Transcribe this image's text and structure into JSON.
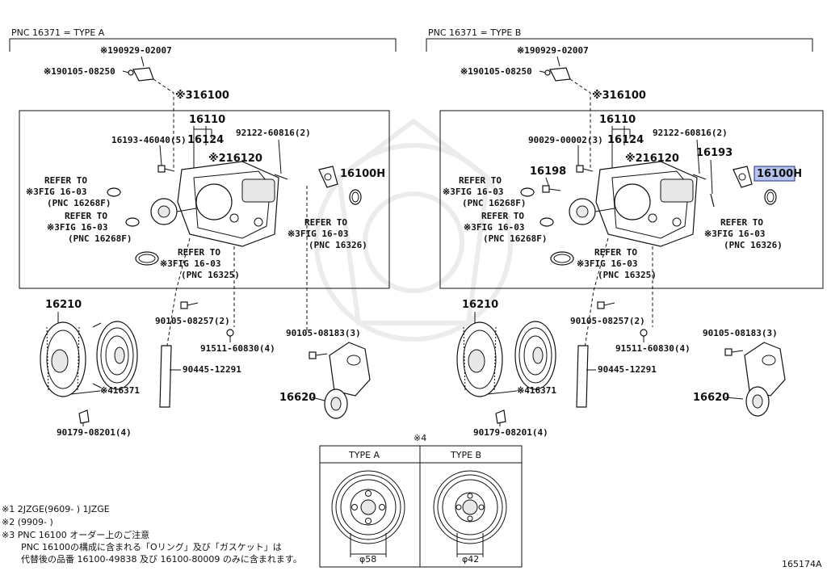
{
  "panels": {
    "left": {
      "title": "PNC 16371 = TYPE A",
      "labels": {
        "bolt_top": "※190929-02007",
        "bolt_left": "※190105-08250",
        "assy": "※316100",
        "p16110": "16110",
        "p16124": "16124",
        "p16193": "16193-46040(5)",
        "p92122": "92122-60816(2)",
        "p16120": "※216120",
        "p16100h": "16100H",
        "refer_a1": "REFER TO",
        "refer_a2": "※3FIG 16-03",
        "refer_a3": "(PNC 16268F)",
        "refer_b1": "REFER TO",
        "refer_b2": "※3FIG 16-03",
        "refer_b3": "(PNC 16268F)",
        "refer_c1": "REFER TO",
        "refer_c2": "※3FIG 16-03",
        "refer_c3": "(PNC 16326)",
        "refer_d1": "REFER TO",
        "refer_d2": "※3FIG 16-03",
        "refer_d3": "(PNC 16325)",
        "p16210": "16210",
        "p90105a": "90105-08257(2)",
        "p91511": "91511-60830(4)",
        "p90445": "90445-12291",
        "p16371": "※416371",
        "p90179": "90179-08201(4)",
        "p90105b": "90105-08183(3)",
        "p16620": "16620"
      }
    },
    "right": {
      "title": "PNC 16371 = TYPE B",
      "labels": {
        "bolt_top": "※190929-02007",
        "bolt_left": "※190105-08250",
        "assy": "※316100",
        "p16110": "16110",
        "p16124": "16124",
        "p90029": "90029-00002(3)",
        "p92122": "92122-60816(2)",
        "p16120": "※216120",
        "p16193": "16193",
        "p16198": "16198",
        "p16100h": "16100H",
        "refer_a1": "REFER TO",
        "refer_a2": "※3FIG 16-03",
        "refer_a3": "(PNC 16268F)",
        "refer_b1": "REFER TO",
        "refer_b2": "※3FIG 16-03",
        "refer_b3": "(PNC 16268F)",
        "refer_c1": "REFER TO",
        "refer_c2": "※3FIG 16-03",
        "refer_c3": "(PNC 16326)",
        "refer_d1": "REFER TO",
        "refer_d2": "※3FIG 16-03",
        "refer_d3": "(PNC 16325)",
        "p16210": "16210",
        "p90105a": "90105-08257(2)",
        "p91511": "91511-60830(4)",
        "p90445": "90445-12291",
        "p16371": "※416371",
        "p90179": "90179-08201(4)",
        "p90105b": "90105-08183(3)",
        "p16620": "16620"
      }
    }
  },
  "pulley_table": {
    "marker": "※4",
    "type_a": "TYPE A",
    "type_b": "TYPE B",
    "dim_a": "φ58",
    "dim_b": "φ42"
  },
  "notes": {
    "n1": "※1 2JZGE(9609-     ) 1JZGE",
    "n2": "※2 (9909-     )",
    "n3": "※3 PNC 16100 オーダー上のご注意",
    "n4": "PNC 16100の構成に含まれる「Oリング」及び「ガスケット」は",
    "n5": "代替後の品番  16100-49838 及び 16100-80009 のみに含まれます。"
  },
  "figure_id": "165174A",
  "highlight_color": "#b7c4ee"
}
